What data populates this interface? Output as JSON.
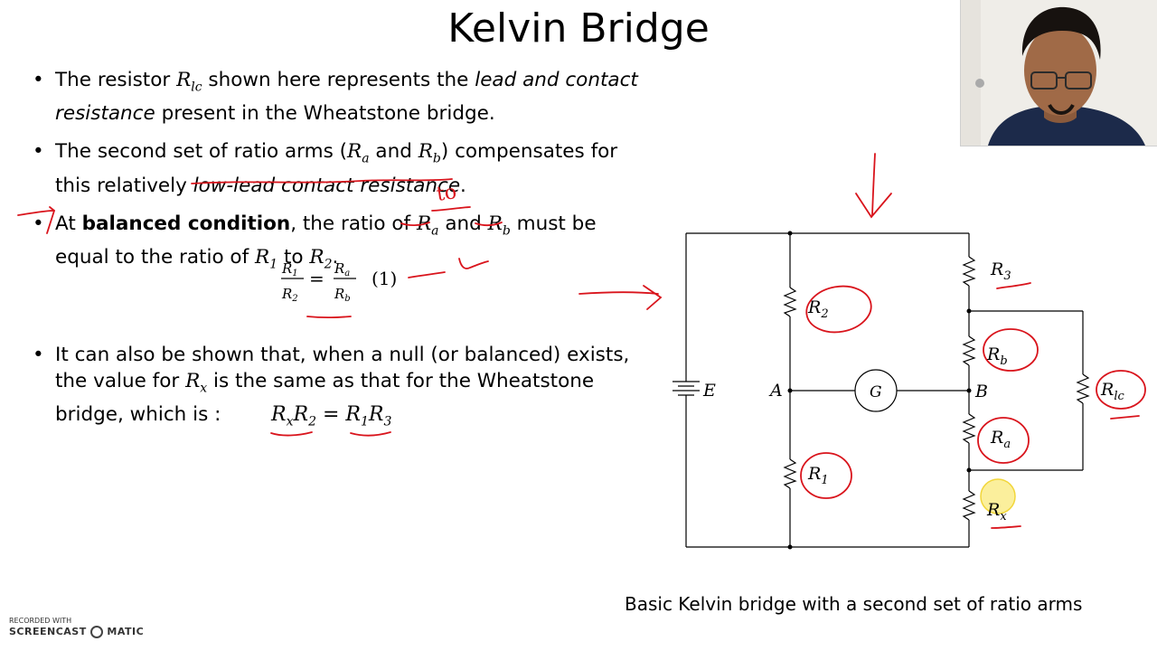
{
  "slide": {
    "title": "Kelvin Bridge",
    "bullets": [
      {
        "p1": "The resistor ",
        "p2": " shown here represents the ",
        "p3_italic": "lead and contact resistance",
        "p4": " present in the Wheatstone bridge."
      },
      {
        "p1": "The second set of ratio arms (",
        "p2": " and ",
        "p3": ") compensates for this relatively ",
        "p4_italic": "low-lead contact resistance",
        "p5": "."
      },
      {
        "p1": "At ",
        "p2_bold": "balanced condition",
        "p3": ", the ratio of ",
        "p4": " and ",
        "p5": " must be equal to the ratio of ",
        "p6": " to ",
        "p7": "."
      },
      {
        "p1": "It can also be shown that, when a null (or balanced) exists, the value for ",
        "p2": " is the same as that for the Wheatstone bridge, which is :"
      }
    ],
    "equation1_label": "(1)",
    "caption": "Basic Kelvin bridge with a second set of ratio arms"
  },
  "annotations": {
    "handwritten_to": "to",
    "pen_color": "#d9141c",
    "highlight_color": "#f7e24a"
  },
  "circuit": {
    "labels": {
      "E": "E",
      "A": "A",
      "B": "B",
      "G": "G",
      "R1": "1",
      "R2": "2",
      "R3": "3",
      "Ra": "a",
      "Rb": "b",
      "Rlc": "lc",
      "Rx": "x",
      "R": "R"
    }
  },
  "watermark": {
    "line1": "RECORDED WITH",
    "brand": "SCREENCAST",
    "suffix": "MATIC"
  }
}
